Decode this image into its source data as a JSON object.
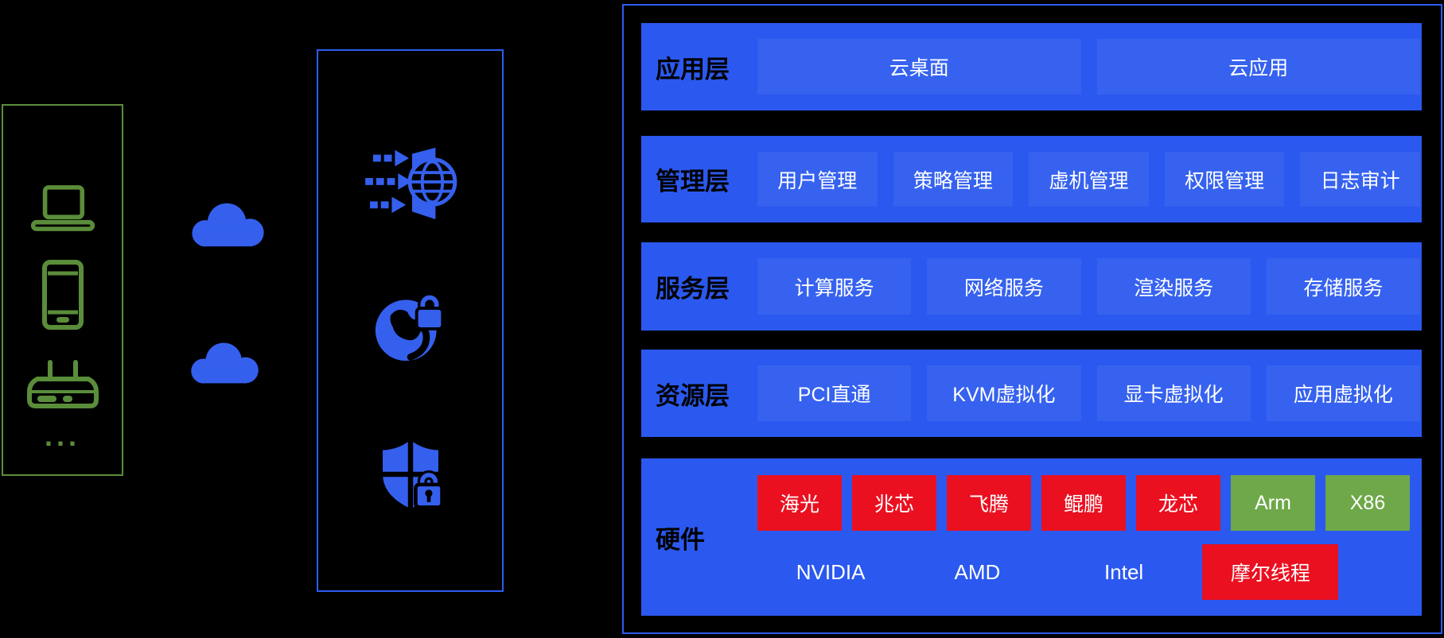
{
  "colors": {
    "background": "#000000",
    "layer_blue": "#2b59ef",
    "panel_border_blue": "#2d5cf0",
    "icon_blue": "#3560ee",
    "chip_red": "#ea1020",
    "chip_green": "#6ea849",
    "device_outline_green": "#5a8d3a",
    "layer_label_text": "#000000",
    "item_text": "#ffffff"
  },
  "left_panel": {
    "icons": [
      "laptop-icon",
      "smartphone-icon",
      "router-icon"
    ],
    "ellipsis": "..."
  },
  "network": {
    "icons": [
      "cloud-icon",
      "cloud-icon"
    ]
  },
  "gateway_panel": {
    "icons": [
      "access-gateway-icon",
      "secure-globe-icon",
      "security-shield-icon"
    ]
  },
  "architecture": {
    "layers": [
      {
        "label": "应用层",
        "items": [
          "云桌面",
          "云应用"
        ]
      },
      {
        "label": "管理层",
        "items": [
          "用户管理",
          "策略管理",
          "虚机管理",
          "权限管理",
          "日志审计"
        ]
      },
      {
        "label": "服务层",
        "items": [
          "计算服务",
          "网络服务",
          "渲染服务",
          "存储服务"
        ]
      },
      {
        "label": "资源层",
        "items": [
          "PCI直通",
          "KVM虚拟化",
          "显卡虚拟化",
          "应用虚拟化"
        ]
      }
    ],
    "hardware": {
      "label": "硬件",
      "chips": [
        {
          "label": "海光",
          "color": "red"
        },
        {
          "label": "兆芯",
          "color": "red"
        },
        {
          "label": "飞腾",
          "color": "red"
        },
        {
          "label": "鲲鹏",
          "color": "red"
        },
        {
          "label": "龙芯",
          "color": "red"
        },
        {
          "label": "Arm",
          "color": "green"
        },
        {
          "label": "X86",
          "color": "green"
        }
      ],
      "gpu_vendors": [
        "NVIDIA",
        "AMD",
        "Intel"
      ],
      "gpu_chip": "摩尔线程"
    }
  }
}
